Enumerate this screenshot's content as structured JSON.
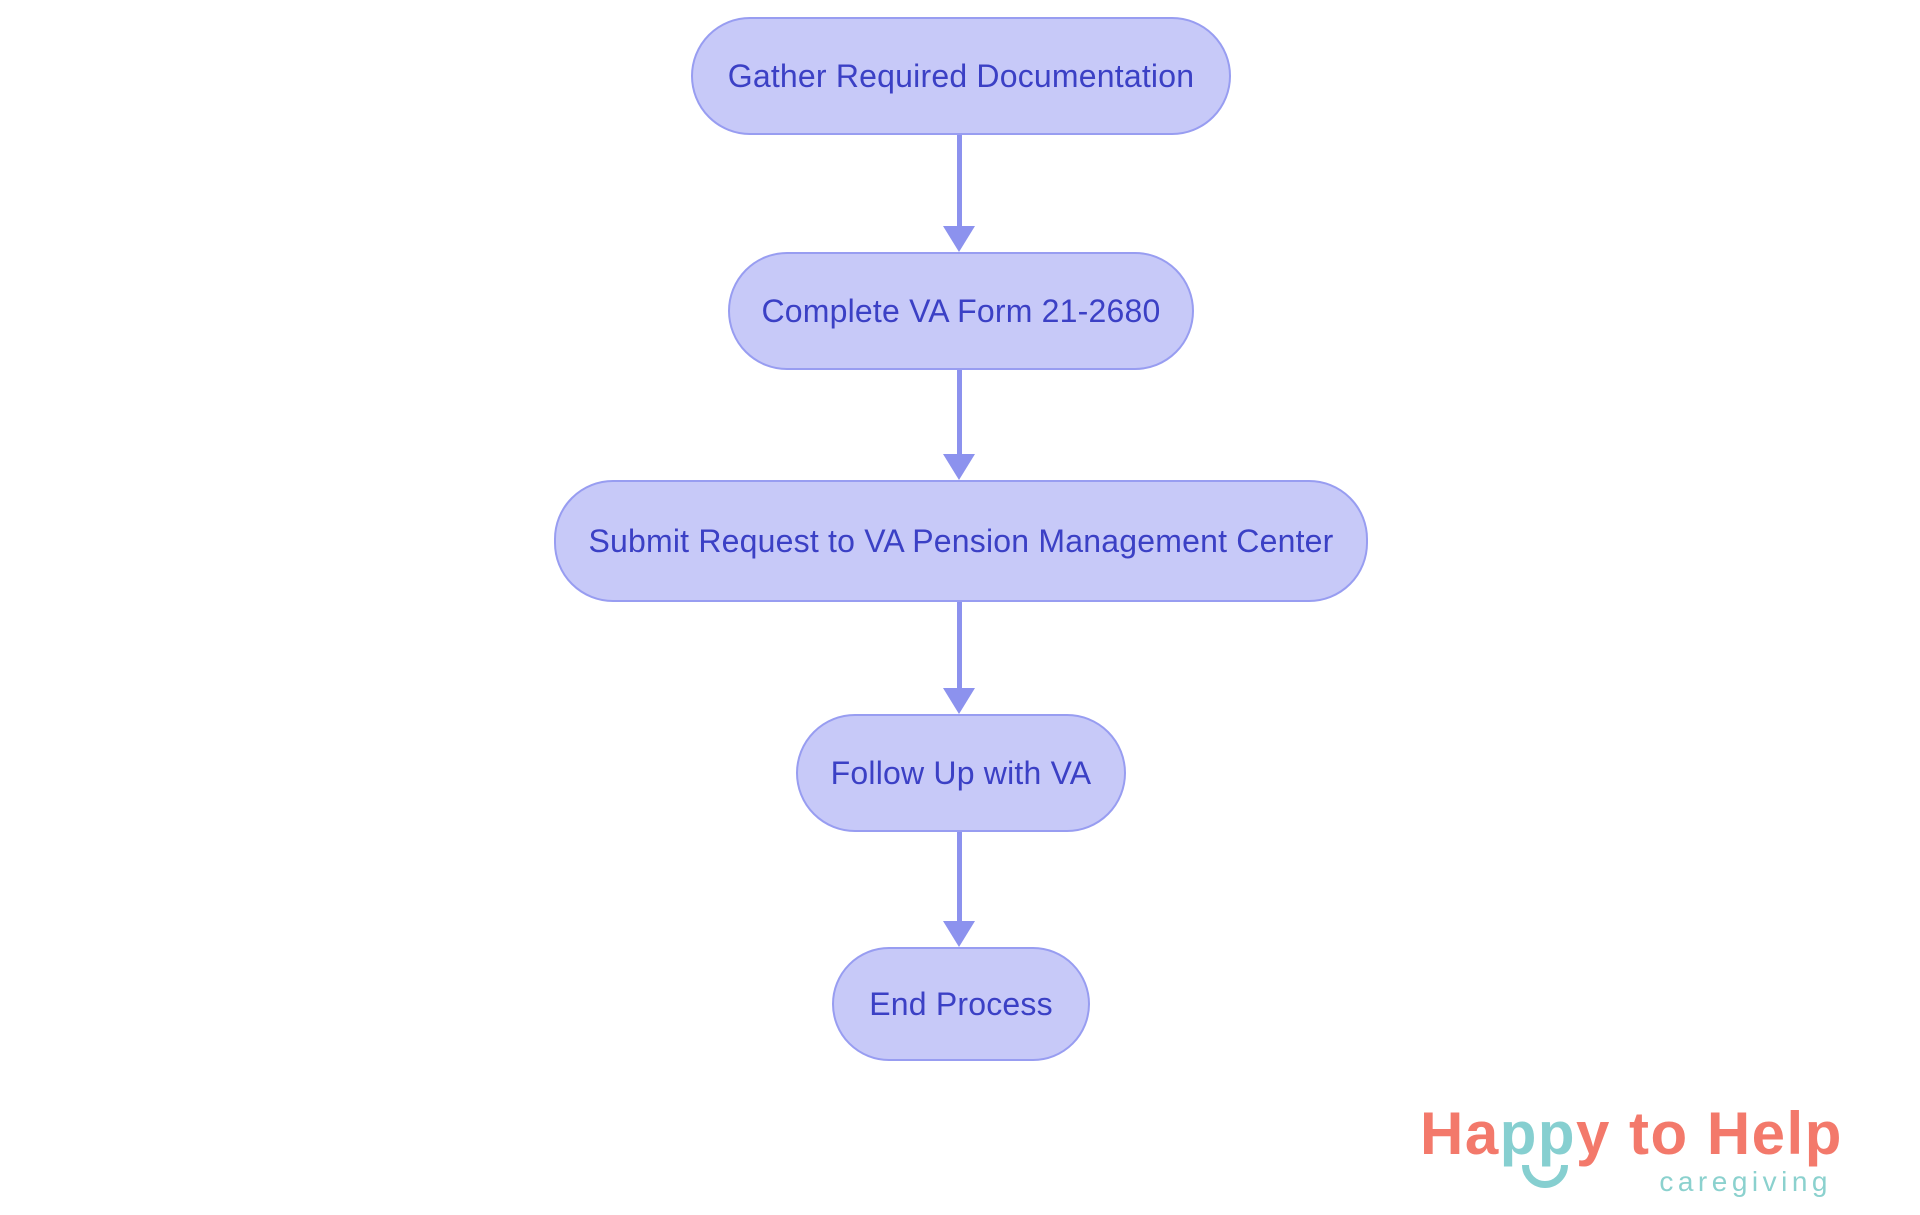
{
  "page": {
    "background_color": "#ffffff",
    "description": "Flowchart of VA Aid and Attendance request process"
  },
  "flowchart": {
    "type": "flowchart",
    "direction": "top-down",
    "colors": {
      "node_fill": "#c7c9f8",
      "node_border": "#989df1",
      "node_text": "#3b40c5",
      "arrow": "#8c92ee"
    },
    "nodes": [
      {
        "id": "gather-docs",
        "label": "Gather Required Documentation"
      },
      {
        "id": "complete-form",
        "label": "Complete VA Form 21-2680"
      },
      {
        "id": "submit-request",
        "label": "Submit Request to VA Pension Management Center"
      },
      {
        "id": "follow-up",
        "label": "Follow Up with VA"
      },
      {
        "id": "end-process",
        "label": "End Process"
      }
    ],
    "edges": [
      {
        "from": "gather-docs",
        "to": "complete-form"
      },
      {
        "from": "complete-form",
        "to": "submit-request"
      },
      {
        "from": "submit-request",
        "to": "follow-up"
      },
      {
        "from": "follow-up",
        "to": "end-process"
      }
    ]
  },
  "logo": {
    "brand_segments": [
      {
        "text": "Ha"
      },
      {
        "text": "pp"
      },
      {
        "text": "y to Help"
      }
    ],
    "tagline": "caregiving",
    "colors": {
      "coral": "#f3796b",
      "teal": "#86cfd0",
      "tagline_teal": "#8bd1ce"
    }
  }
}
